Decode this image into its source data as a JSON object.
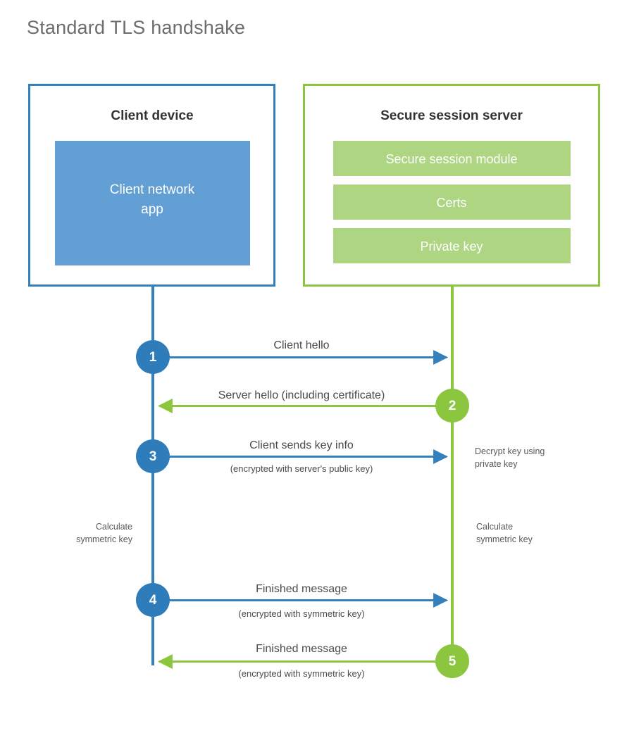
{
  "page": {
    "title": "Standard TLS handshake",
    "background": "#ffffff"
  },
  "colors": {
    "client_blue": "#3380BE",
    "client_app_fill": "#629FD4",
    "server_green": "#8CC63F",
    "server_bar_fill": "#AED581",
    "title_gray": "#6d6d6d",
    "text_gray": "#4a4a4a",
    "heading_dark": "#333333"
  },
  "actors": [
    {
      "id": "client",
      "title": "Client device",
      "accent": "#3380BE",
      "items": [
        {
          "label": "Client network app"
        }
      ]
    },
    {
      "id": "server",
      "title": "Secure session server",
      "accent": "#8CC63F",
      "items": [
        {
          "label": "Secure session module"
        },
        {
          "label": "Certs"
        },
        {
          "label": "Private key"
        }
      ]
    }
  ],
  "messages": [
    {
      "step": "1",
      "label": "Client hello",
      "sublabel": "",
      "direction": "client-to-server",
      "color": "#3380BE"
    },
    {
      "step": "2",
      "label": "Server hello (including certificate)",
      "sublabel": "",
      "direction": "server-to-client",
      "color": "#8CC63F"
    },
    {
      "step": "3",
      "label": "Client sends key info",
      "sublabel": "(encrypted with server's public key)",
      "direction": "client-to-server",
      "color": "#3380BE"
    },
    {
      "step": "4",
      "label": "Finished message",
      "sublabel": "(encrypted with symmetric key)",
      "direction": "client-to-server",
      "color": "#3380BE"
    },
    {
      "step": "5",
      "label": "Finished message",
      "sublabel": "(encrypted with symmetric key)",
      "direction": "server-to-client",
      "color": "#8CC63F"
    }
  ],
  "annotations": {
    "server_decrypt_line1": "Decrypt key using",
    "server_decrypt_line2": "private key",
    "client_calc_line1": "Calculate",
    "client_calc_line2": "symmetric key",
    "server_calc_line1": "Calculate",
    "server_calc_line2": "symmetric key"
  }
}
